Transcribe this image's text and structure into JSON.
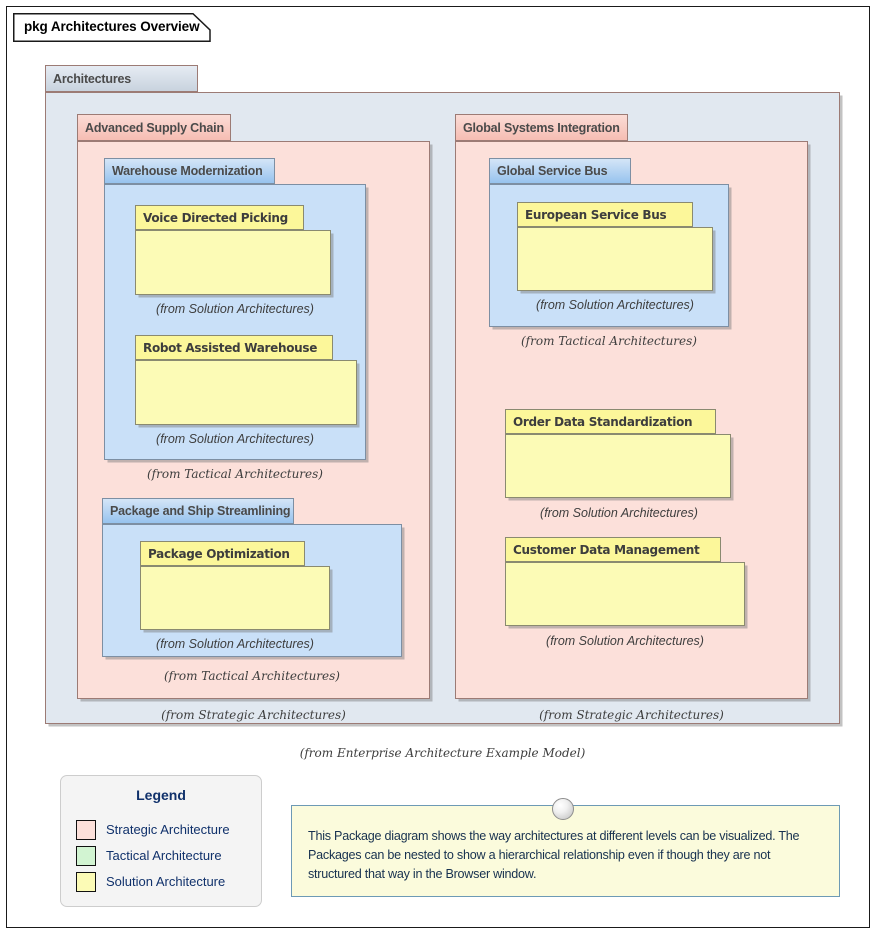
{
  "frame": {
    "title": "pkg Architectures Overview",
    "stereotype": "pkg",
    "name": "Architectures Overview"
  },
  "root_package": {
    "name": "Architectures",
    "kind": "neutral",
    "from_caption": "(from Enterprise Architecture Example Model)"
  },
  "packages": [
    {
      "id": "advanced-supply-chain",
      "name": "Advanced Supply Chain",
      "kind": "strategic",
      "from_caption": "(from Strategic Architectures)"
    },
    {
      "id": "warehouse-modernization",
      "name": "Warehouse Modernization",
      "kind": "tactical",
      "from_caption": "(from Tactical Architectures)"
    },
    {
      "id": "voice-directed-picking",
      "name": "Voice Directed Picking",
      "kind": "solution",
      "from_caption": "(from Solution Architectures)"
    },
    {
      "id": "robot-assisted-warehouse",
      "name": "Robot Assisted Warehouse",
      "kind": "solution",
      "from_caption": "(from Solution Architectures)"
    },
    {
      "id": "package-and-ship-streamlining",
      "name": "Package and Ship Streamlining",
      "kind": "tactical",
      "from_caption": "(from Tactical Architectures)"
    },
    {
      "id": "package-optimization",
      "name": "Package Optimization",
      "kind": "solution",
      "from_caption": "(from Solution Architectures)"
    },
    {
      "id": "global-systems-integration",
      "name": "Global Systems Integration",
      "kind": "strategic",
      "from_caption": "(from Strategic Architectures)"
    },
    {
      "id": "global-service-bus",
      "name": "Global Service Bus",
      "kind": "tactical",
      "from_caption": "(from Tactical Architectures)"
    },
    {
      "id": "european-service-bus",
      "name": "European Service Bus",
      "kind": "solution",
      "from_caption": "(from Solution Architectures)"
    },
    {
      "id": "order-data-standardization",
      "name": "Order Data Standardization",
      "kind": "solution",
      "from_caption": "(from Solution Architectures)"
    },
    {
      "id": "customer-data-management",
      "name": "Customer Data Management",
      "kind": "solution",
      "from_caption": "(from Solution Architectures)"
    }
  ],
  "legend": {
    "title": "Legend",
    "items": [
      {
        "label": "Strategic Architecture",
        "color": "#fce0da"
      },
      {
        "label": "Tactical Architecture",
        "color": "#d2f4d2"
      },
      {
        "label": "Solution Architecture",
        "color": "#fcfbb6"
      }
    ]
  },
  "note": {
    "text": "This Package diagram shows the way architectures at different levels can be visualized. The Packages can be nested to show a hierarchical relationship even if though they are not structured that way in the Browser window."
  },
  "colors": {
    "strategic_fill": "#fce0da",
    "strategic_tab": "#f6bdb3",
    "tactical_fill": "#c9e0f8",
    "tactical_tab": "#97c3ee",
    "solution_fill": "#fcfbb6",
    "solution_tab": "#fcf79a",
    "neutral_fill": "#e1e8f0",
    "neutral_tab": "#c8d3de",
    "legend_text": "#10316b",
    "note_border": "#6d9ab5",
    "note_fill": "#fbfbdc",
    "frame_border": "#1a1a1a"
  }
}
